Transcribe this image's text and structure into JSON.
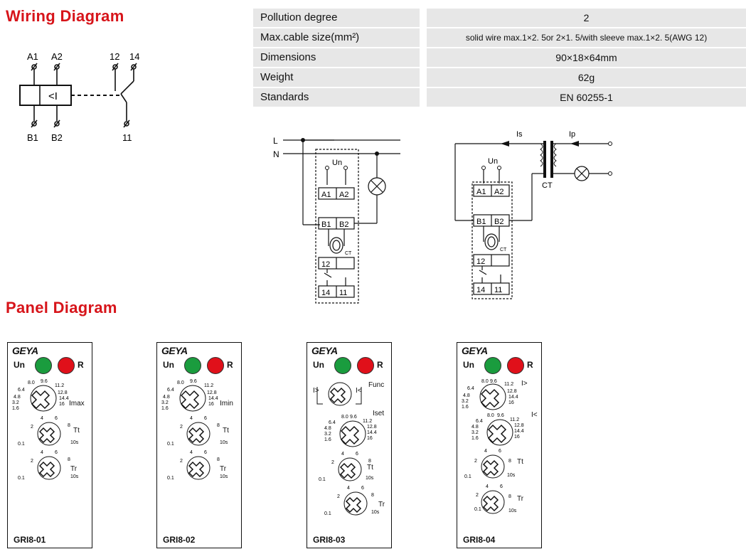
{
  "headings": {
    "wiring": "Wiring Diagram",
    "panel": "Panel Diagram"
  },
  "specs": [
    {
      "label": "Pollution degree",
      "value": "2"
    },
    {
      "label": "Max.cable size(mm²)",
      "value": "solid wire max.1×2. 5or 2×1. 5/with sleeve max.1×2. 5(AWG 12)"
    },
    {
      "label": "Dimensions",
      "value": "90×18×64mm"
    },
    {
      "label": "Weight",
      "value": "62g"
    },
    {
      "label": "Standards",
      "value": "EN 60255-1"
    }
  ],
  "wiring": {
    "terminals_top": [
      "A1",
      "A2",
      "12",
      "14"
    ],
    "terminals_bottom": [
      "B1",
      "B2",
      "11"
    ],
    "coil_symbol": "<I"
  },
  "circuit1": {
    "line_l": "L",
    "line_n": "N",
    "un": "Un",
    "a1": "A1",
    "a2": "A2",
    "b1": "B1",
    "b2": "B2",
    "ct": "CT",
    "t12": "12",
    "t14": "14",
    "t11": "11"
  },
  "circuit2": {
    "is": "Is",
    "ip": "Ip",
    "un": "Un",
    "a1": "A1",
    "a2": "A2",
    "b1": "B1",
    "b2": "B2",
    "ct_small": "CT",
    "ct": "CT",
    "t12": "12",
    "t14": "14",
    "t11": "11"
  },
  "panels": [
    {
      "brand": "GEYA",
      "model": "GRI8-01",
      "un": "Un",
      "r": "R",
      "knob1": "Imax",
      "knob2": "Tt",
      "knob3": "Tr"
    },
    {
      "brand": "GEYA",
      "model": "GRI8-02",
      "un": "Un",
      "r": "R",
      "knob1": "Imin",
      "knob2": "Tt",
      "knob3": "Tr"
    },
    {
      "brand": "GEYA",
      "model": "GRI8-03",
      "un": "Un",
      "r": "R",
      "func": "Func",
      "iset": "Iset",
      "i_gt": "I>",
      "i_lt": "I<",
      "knob2": "Tt",
      "knob3": "Tr"
    },
    {
      "brand": "GEYA",
      "model": "GRI8-04",
      "un": "Un",
      "r": "R",
      "knob1": "I>",
      "knob1b": "I<",
      "knob2": "Tt",
      "knob3": "Tr"
    }
  ],
  "scales": {
    "current": [
      "1.6",
      "3.2",
      "4.8",
      "6.4",
      "8.0",
      "9.6",
      "11.2",
      "12.8",
      "14.4",
      "16"
    ],
    "time": [
      "0.1",
      "2",
      "4",
      "6",
      "8",
      "10s"
    ]
  },
  "colors": {
    "heading": "#d7141a",
    "led_green": "#1a9c3e",
    "led_red": "#e0101a",
    "row_bg": "#e7e7e7"
  }
}
